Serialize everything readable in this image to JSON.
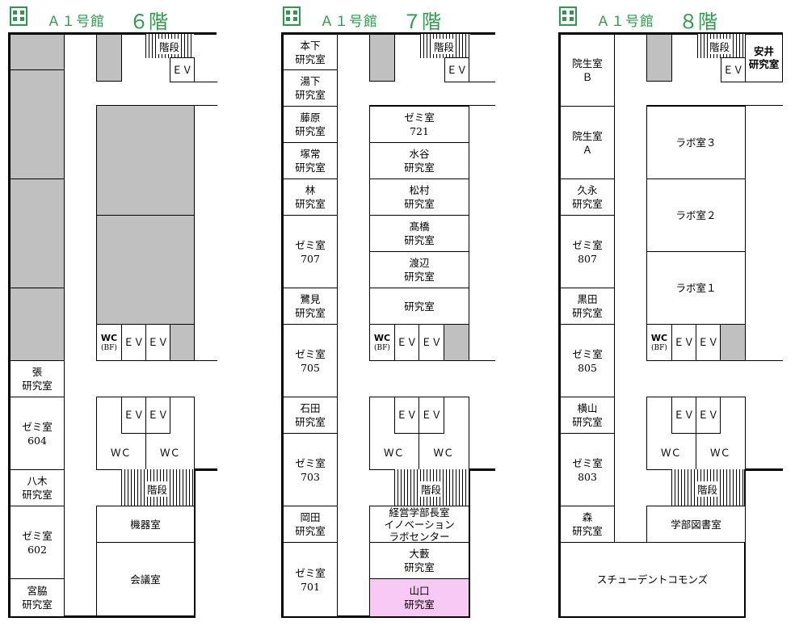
{
  "building": "Ａ１号館",
  "floors": {
    "f6": {
      "name": "６階",
      "stairs": "階段",
      "ev_letters": [
        "Ｅ",
        "Ｖ"
      ],
      "wc_small": "WC",
      "wc_sub": "(BF)",
      "wc_big": "ＷＣ",
      "rooms": {
        "zhang": "張\n研究室",
        "zemi604": "ゼミ室\n604",
        "yagi": "八木\n研究室",
        "zemi602": "ゼミ室\n602",
        "miyawaki": "宮脇\n研究室",
        "kiki": "機器室",
        "kaigi": "会議室"
      }
    },
    "f7": {
      "name": "７階",
      "stairs": "階段",
      "ev_letters": [
        "Ｅ",
        "Ｖ"
      ],
      "wc_small": "WC",
      "wc_sub": "(BF)",
      "wc_big": "ＷＣ",
      "rooms": {
        "motoshita": "本下\n研究室",
        "yushita": "湯下\n研究室",
        "fujiwara": "藤原\n研究室",
        "tsukatsune": "塚常\n研究室",
        "hayashi": "林\n研究室",
        "zemi707": "ゼミ室\n707",
        "sagimi": "鷺見\n研究室",
        "zemi705": "ゼミ室\n705",
        "ishida": "石田\n研究室",
        "zemi703": "ゼミ室\n703",
        "okada": "岡田\n研究室",
        "zemi701": "ゼミ室\n701",
        "zemi721": "ゼミ室\n721",
        "mizutani": "水谷\n研究室",
        "matsumura": "松村\n研究室",
        "takahashi": "髙橋\n研究室",
        "watanabe": "渡辺\n研究室",
        "kenkyu": "研究室",
        "keiei": "経営学部長室\nイノベーション\nラボセンター",
        "oyabu": "大藪\n研究室",
        "yamaguchi": "山口\n研究室"
      }
    },
    "f8": {
      "name": "８階",
      "stairs": "階段",
      "ev_letters": [
        "Ｅ",
        "Ｖ"
      ],
      "wc_small": "WC",
      "wc_sub": "(BF)",
      "wc_big": "ＷＣ",
      "rooms": {
        "yasui": "安井\n研究室",
        "inB": "院生室\nＢ",
        "inA": "院生室\nＡ",
        "hisanaga": "久永\n研究室",
        "zemi807": "ゼミ室\n807",
        "kuroda": "黒田\n研究室",
        "zemi805": "ゼミ室\n805",
        "yokoyama": "横山\n研究室",
        "zemi803": "ゼミ室\n803",
        "mori": "森\n研究室",
        "lab3": "ラボ室３",
        "lab2": "ラボ室２",
        "lab1": "ラボ室１",
        "library": "学部図書室",
        "commons": "スチューデントコモンズ"
      }
    }
  },
  "colors": {
    "accent": "#2a9d4a",
    "occupied_gray": "#c0c0c0",
    "highlight_pink": "#f9c9f6"
  },
  "icons": {
    "header": "building-icon"
  }
}
